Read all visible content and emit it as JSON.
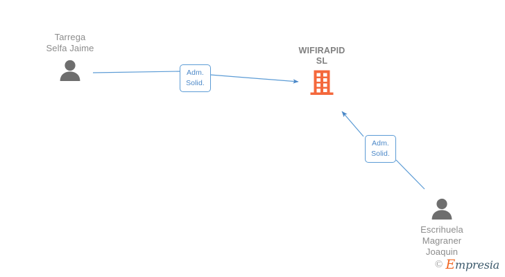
{
  "diagram": {
    "type": "corporate-relationship-graph",
    "background_color": "#ffffff",
    "accent_color": "#5b9bd5",
    "company_color": "#f4683c",
    "text_color": "#8c8c8c",
    "company": {
      "name": "WIFIRAPID\nSL",
      "icon": "building-icon"
    },
    "people": [
      {
        "name": "Tarrega\nSelfa Jaime",
        "icon": "person-icon",
        "role_label": "Adm.\nSolid."
      },
      {
        "name": "Escrihuela\nMagraner\nJoaquin",
        "icon": "person-icon",
        "role_label": "Adm.\nSolid."
      }
    ],
    "edges": [
      {
        "from": "Tarrega Selfa Jaime",
        "to": "WIFIRAPID SL",
        "label": "Adm.\nSolid.",
        "direction": "to-company"
      },
      {
        "from": "Escrihuela Magraner Joaquin",
        "to": "WIFIRAPID SL",
        "label": "Adm.\nSolid.",
        "direction": "to-company"
      }
    ]
  },
  "watermark": {
    "copyright": "©",
    "brand_initial": "E",
    "brand_rest": "mpresia"
  }
}
